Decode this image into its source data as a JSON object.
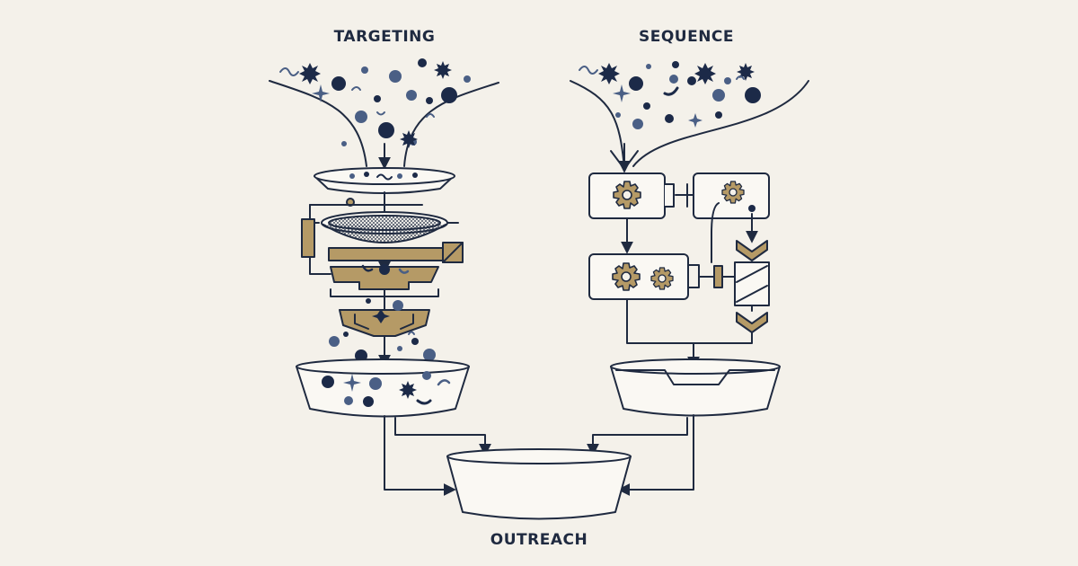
{
  "diagram": {
    "labels": {
      "targeting": "TARGETING",
      "sequence": "SEQUENCE",
      "outreach": "OUTREACH"
    },
    "colors": {
      "background": "#f4f1ea",
      "ink": "#1f2a40",
      "navy": "#1c2a48",
      "slate": "#4a5f85",
      "gold": "#b59a66",
      "bowl_fill": "#faf8f3"
    },
    "icons": [
      "funnel-icon",
      "sieve-icon",
      "gear-icon",
      "bowl-icon",
      "chevron-icon"
    ]
  }
}
